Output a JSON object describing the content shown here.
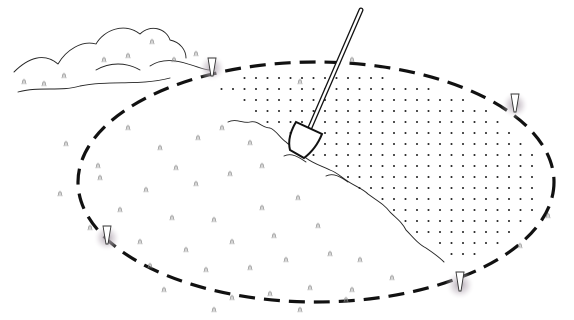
{
  "scene": {
    "subject": "garden-bed-staking-illustration",
    "boundary_style": "dashed-ellipse",
    "stake_count": 4,
    "tool": "shovel",
    "colors": {
      "line": "#111111",
      "stake_glow": "#c9c0c9",
      "grass": "#8a8a8a",
      "background": "#ffffff"
    }
  }
}
